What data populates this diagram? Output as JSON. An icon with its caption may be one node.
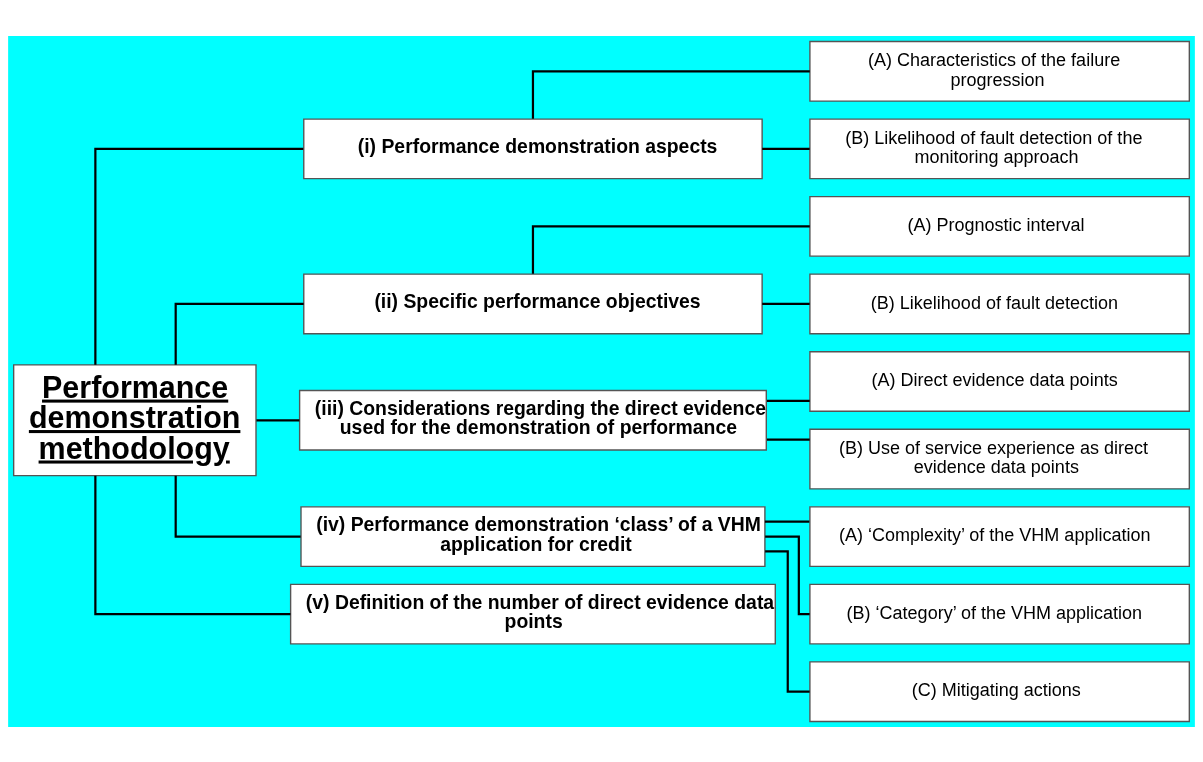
{
  "diagram": {
    "nodes": [
      {
        "text": [
          "Performance demonstration methodology"
        ]
      },
      {
        "text": [
          "(i) Performance demonstration aspects"
        ]
      },
      {
        "text": [
          "(A) Characteristics of the failure progression"
        ]
      },
      {
        "text": [
          "(B) Likelihood of fault detection of the monitoring approach"
        ]
      },
      {
        "text": [
          "(ii) Specific performance objectives"
        ]
      },
      {
        "text": [
          "(A) Prognostic interval"
        ]
      },
      {
        "text": [
          "(B) Likelihood of fault detection"
        ]
      },
      {
        "text": [
          "(iii) Considerations regarding the direct evidence used for the demonstration of performance"
        ]
      },
      {
        "text": [
          "(A) Direct evidence data points"
        ]
      },
      {
        "text": [
          "(B) Use of service experience as direct evidence data points"
        ]
      },
      {
        "text": [
          "(iv) Performance demonstration ‘class’ of a VHM application for credit"
        ]
      },
      {
        "text": [
          "(A) ‘Complexity’ of the VHM application"
        ]
      },
      {
        "text": [
          "(B) ‘Category’ of the VHM application"
        ]
      },
      {
        "text": [
          "(C) Mitigating actions"
        ]
      },
      {
        "text": [
          "(v) Definition of the number of direct evidence data points"
        ]
      }
    ],
    "edges": [
      {
        "from": 0,
        "to": 1,
        "arrow": "none"
      },
      {
        "from": 1,
        "to": 2,
        "arrow": "none"
      },
      {
        "from": 1,
        "to": 3,
        "arrow": "none"
      },
      {
        "from": 0,
        "to": 4,
        "arrow": "none"
      },
      {
        "from": 4,
        "to": 5,
        "arrow": "none"
      },
      {
        "from": 4,
        "to": 6,
        "arrow": "none"
      },
      {
        "from": 0,
        "to": 7,
        "arrow": "none"
      },
      {
        "from": 7,
        "to": 8,
        "arrow": "none"
      },
      {
        "from": 7,
        "to": 9,
        "arrow": "none"
      },
      {
        "from": 0,
        "to": 10,
        "arrow": "none"
      },
      {
        "from": 10,
        "to": 11,
        "arrow": "none"
      },
      {
        "from": 10,
        "to": 12,
        "arrow": "none"
      },
      {
        "from": 10,
        "to": 13,
        "arrow": "none"
      },
      {
        "from": 0,
        "to": 14,
        "arrow": "none"
      }
    ]
  }
}
